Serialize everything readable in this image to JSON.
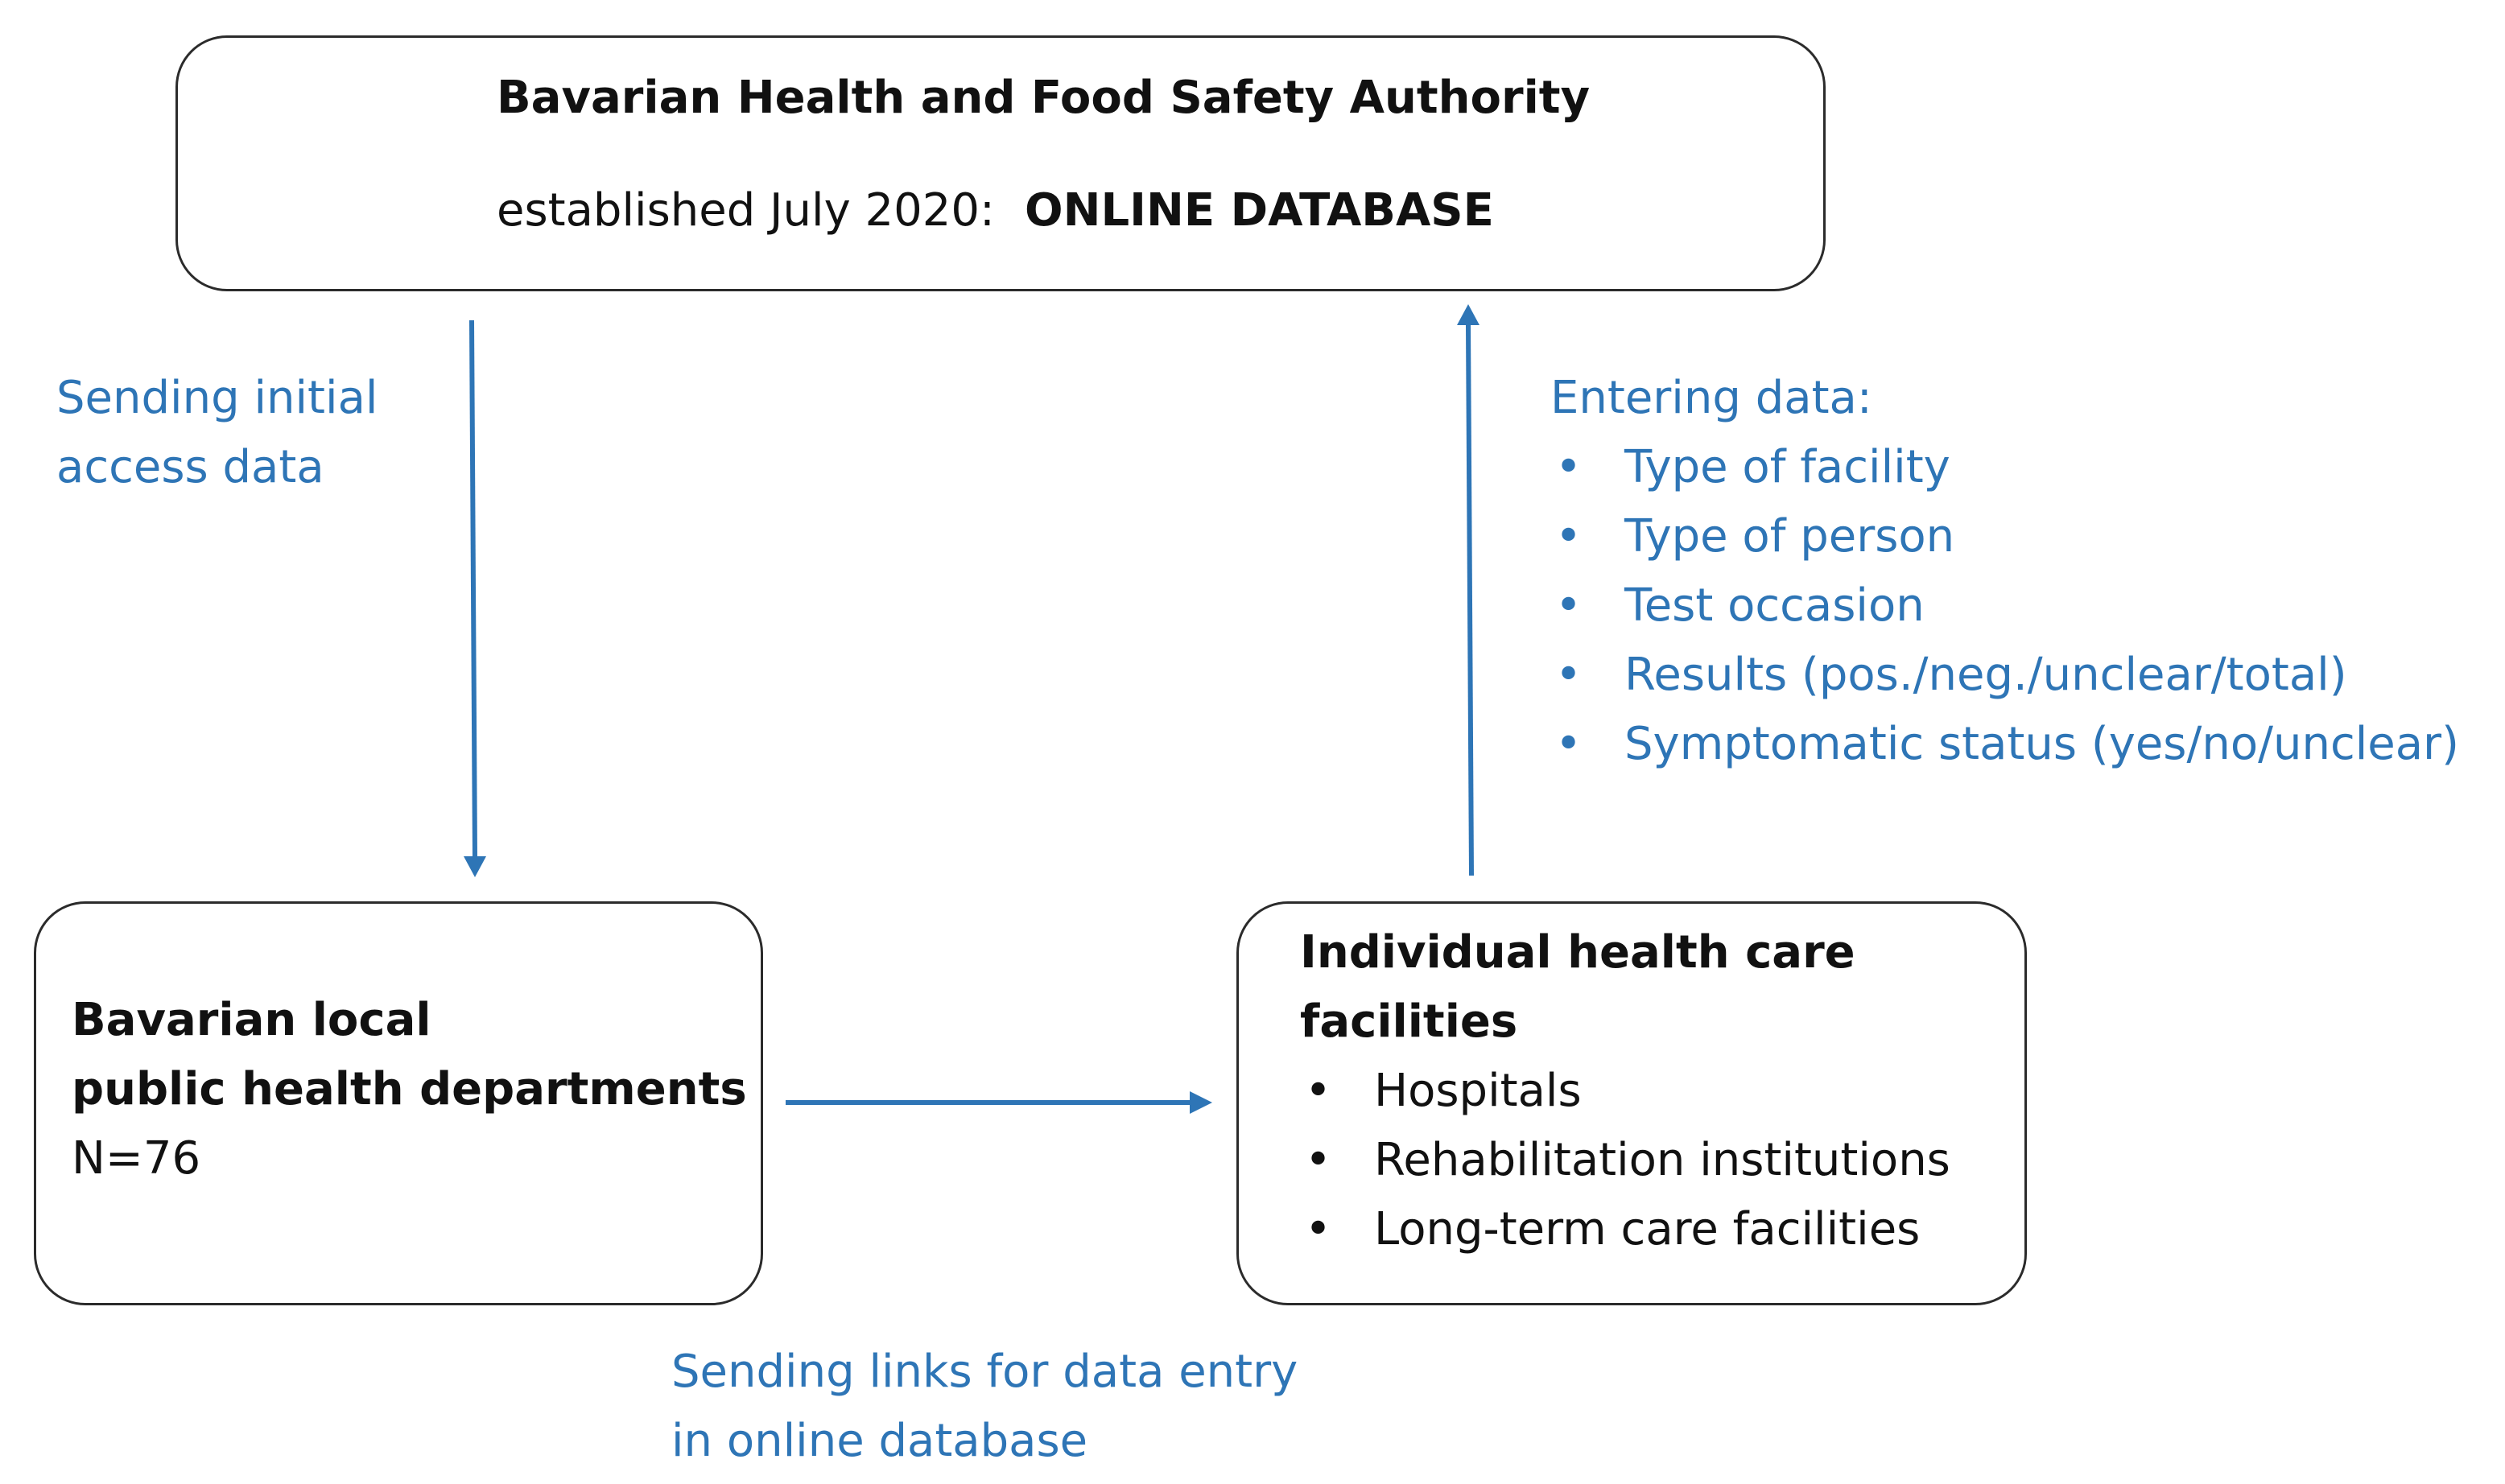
{
  "authority_box": {
    "title": "Bavarian Health and Food Safety Authority",
    "established_label": "established July 2020:",
    "database_label": "ONLINE DATABASE"
  },
  "departments_box": {
    "title_line1": "Bavarian local",
    "title_line2": "public health departments",
    "count": "N=76"
  },
  "facilities_box": {
    "title_line1": "Individual health care",
    "title_line2": "facilities",
    "items": [
      "Hospitals",
      "Rehabilitation institutions",
      "Long-term care facilities"
    ]
  },
  "labels": {
    "sending_initial_line1": "Sending initial",
    "sending_initial_line2": "access data",
    "entering_data_title": "Entering data:",
    "entering_data_items": [
      "Type of facility",
      "Type of person",
      "Test occasion",
      "Results (pos./neg./unclear/total)",
      "Symptomatic status (yes/no/unclear)"
    ],
    "sending_links_line1": "Sending links for data entry",
    "sending_links_line2": "in online database"
  },
  "bullet_glyph": "•",
  "colors": {
    "arrow": "#2e75b6",
    "annotation_text": "#2e75b6",
    "box_border": "#2b2b2b",
    "box_text": "#111111"
  }
}
